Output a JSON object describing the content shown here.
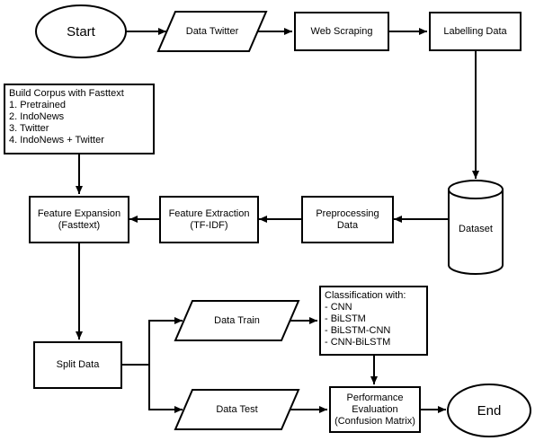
{
  "nodes": {
    "start": "Start",
    "data_twitter": "Data Twitter",
    "web_scraping": "Web Scraping",
    "labelling_data": "Labelling Data",
    "build_corpus": {
      "lines": [
        "Build Corpus with Fasttext",
        "1. Pretrained",
        "2. IndoNews",
        "3. Twitter",
        "4. IndoNews + Twitter"
      ]
    },
    "dataset": "Dataset",
    "feature_expansion": [
      "Feature Expansion",
      "(Fasttext)"
    ],
    "feature_extraction": [
      "Feature Extraction",
      "(TF-IDF)"
    ],
    "preprocessing": [
      "Preprocessing",
      "Data"
    ],
    "classification": {
      "lines": [
        "Classification with:",
        "- CNN",
        "- BiLSTM",
        "- BiLSTM-CNN",
        "- CNN-BiLSTM"
      ]
    },
    "data_train": "Data Train",
    "split_data": "Split Data",
    "data_test": "Data Test",
    "performance": [
      "Performance",
      "Evaluation",
      "(Confusion Matrix)"
    ],
    "end": "End"
  }
}
